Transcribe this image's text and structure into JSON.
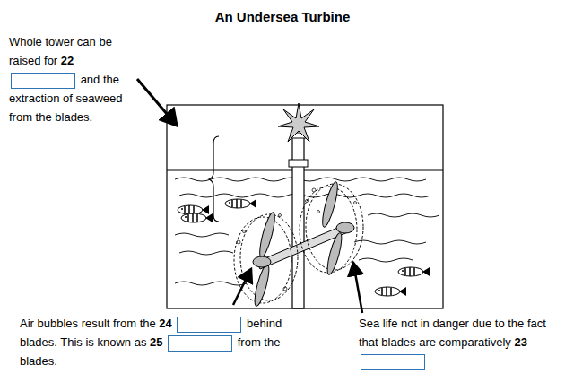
{
  "diagram": {
    "title": "An Undersea Turbine",
    "labels": [
      "Whole tower can be raised for",
      "22",
      "and the extraction of seaweed from the blades.",
      "Air bubbles result from the",
      "24",
      "behind blades. This is known as",
      "25",
      "from the blades.",
      "Sea life not in danger due to the fact that blades are comparatively",
      "23"
    ]
  }
}
